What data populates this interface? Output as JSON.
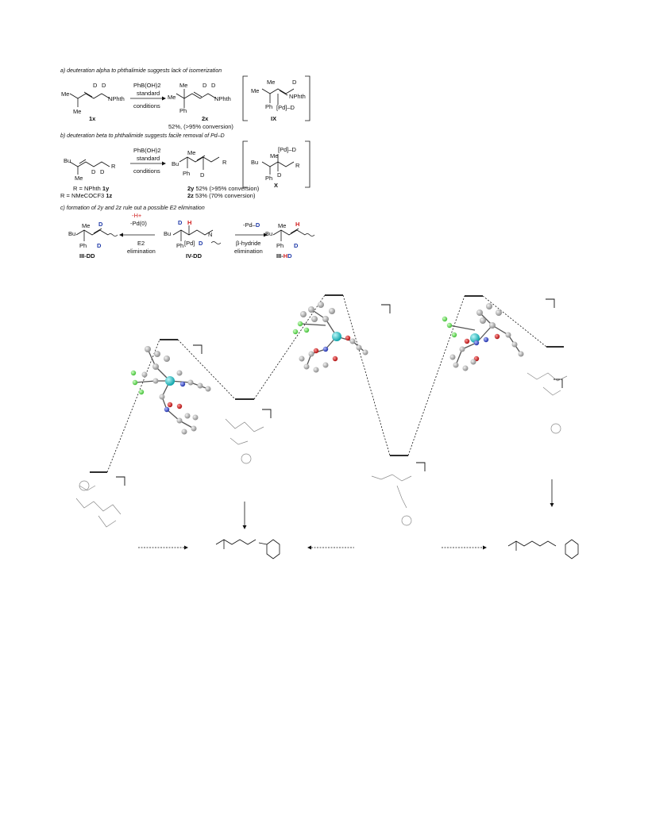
{
  "scheme": {
    "a": {
      "caption": "a) deuteration alpha to phthalimide suggests lack of isomerization",
      "reagent": "PhB(OH)2",
      "above": "standard",
      "below": "conditions",
      "sm_label": "1x",
      "prod_label": "2x",
      "yield": "52%, (>95% conversion)",
      "int_label": "IX",
      "txt_me1": "Me",
      "txt_me2": "Me",
      "txt_nphth": "NPhth",
      "txt_d": "D",
      "txt_ph": "Ph",
      "txt_pd_d": "[Pd]–D"
    },
    "b": {
      "caption": "b) deuteration beta to phthalimide suggests facile removal of Pd–D",
      "reagent": "PhB(OH)2",
      "above": "standard",
      "below": "conditions",
      "r1": "R = NPhth",
      "r1_label": "1y",
      "r2": "R = NMeCOCF3",
      "r2_label": "1z",
      "p1_label": "2y",
      "p1_yield": "52% (>95% conversion)",
      "p2_label": "2z",
      "p2_yield": "53% (70% conversion)",
      "int_label": "X",
      "txt_bu": "Bu",
      "txt_me": "Me",
      "txt_r": "R",
      "txt_d": "D",
      "txt_ph": "Ph",
      "txt_pd_d": "[Pd]–D"
    },
    "c": {
      "caption": "c) formation of 2y and 2z rule out a possible E2 elimination",
      "left_top1": "-H+",
      "left_top2": "-Pd(0)",
      "left_bot1": "E2",
      "left_bot2": "elimination",
      "right_top": "-Pd–D",
      "right_bot1": "β-hydride",
      "right_bot2": "elimination",
      "left_label": "III-DD",
      "center_label": "IV-DD",
      "right_label_a": "III-",
      "right_label_h": "H",
      "right_label_d": "D",
      "txt_bu": "Bu",
      "txt_me": "Me",
      "txt_ph": "Ph",
      "txt_d": "D",
      "txt_h": "H",
      "txt_pd": "[Pd]",
      "txt_n": "N"
    }
  },
  "colors": {
    "deuterium": "#1f3aa8",
    "hydrogen": "#d11e1e",
    "palladium": "#19c2c8",
    "fluorine": "#66dd55",
    "oxygen": "#cc2222",
    "nitrogen": "#3344cc",
    "carbon": "#bdbdbd"
  }
}
